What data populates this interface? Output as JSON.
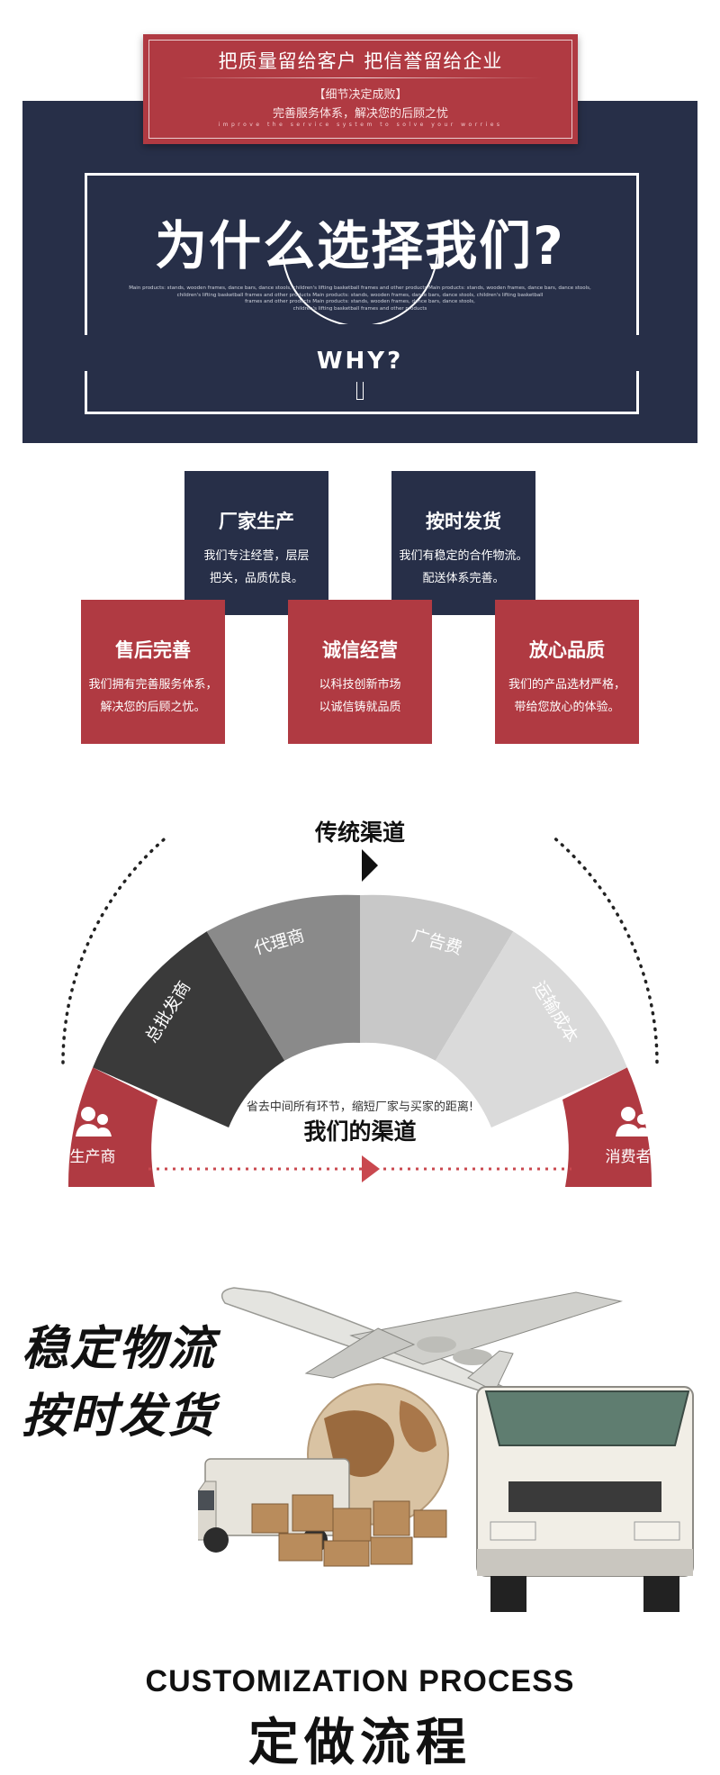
{
  "banner": {
    "title": "把质量留给客户 把信誉留给企业",
    "subtitle1": "【细节决定成败】",
    "subtitle2": "完善服务体系，解决您的后顾之忧",
    "english": "improve the service system to solve your worries"
  },
  "why": {
    "title": "为什么选择我们?",
    "fine_print": [
      "Main products: stands, wooden frames, dance bars, dance stools, children's lifting basketball frames and other products Main products: stands, wooden frames, dance bars, dance stools,",
      "children's lifting basketball frames and other products Main products: stands, wooden frames, dance bars, dance stools, children's lifting basketball",
      "frames and other products Main products: stands, wooden frames, dance bars, dance stools,",
      "children's lifting basketball frames and other products"
    ],
    "word": "WHY?"
  },
  "features": [
    {
      "title": "厂家生产",
      "line1": "我们专注经营，层层",
      "line2": "把关，品质优良。",
      "color": "#272f48"
    },
    {
      "title": "按时发货",
      "line1": "我们有稳定的合作物流。",
      "line2": "配送体系完善。",
      "color": "#272f48"
    },
    {
      "title": "售后完善",
      "line1": "我们拥有完善服务体系，",
      "line2": "解决您的后顾之忧。",
      "color": "#b03a42"
    },
    {
      "title": "诚信经营",
      "line1": "以科技创新市场",
      "line2": "以诚信铸就品质",
      "color": "#b03a42"
    },
    {
      "title": "放心品质",
      "line1": "我们的产品选材严格，",
      "line2": "带给您放心的体验。",
      "color": "#b03a42"
    }
  ],
  "channel": {
    "traditional_title": "传统渠道",
    "segments": [
      "总批发商",
      "代理商",
      "广告费",
      "运输成本"
    ],
    "producer": "生产商",
    "consumer": "消费者",
    "note": "省去中间所有环节，缩短厂家与买家的距离!",
    "our_title": "我们的渠道",
    "colors": {
      "red": "#b03a42",
      "dark": "#3a3a3a",
      "mid": "#8a8a8a",
      "light": "#c8c8c8",
      "lighter": "#dadada"
    }
  },
  "logistics": {
    "line1": "稳定物流",
    "line2": "按时发货"
  },
  "process": {
    "english": "CUSTOMIZATION PROCESS",
    "chinese": "定做流程"
  }
}
